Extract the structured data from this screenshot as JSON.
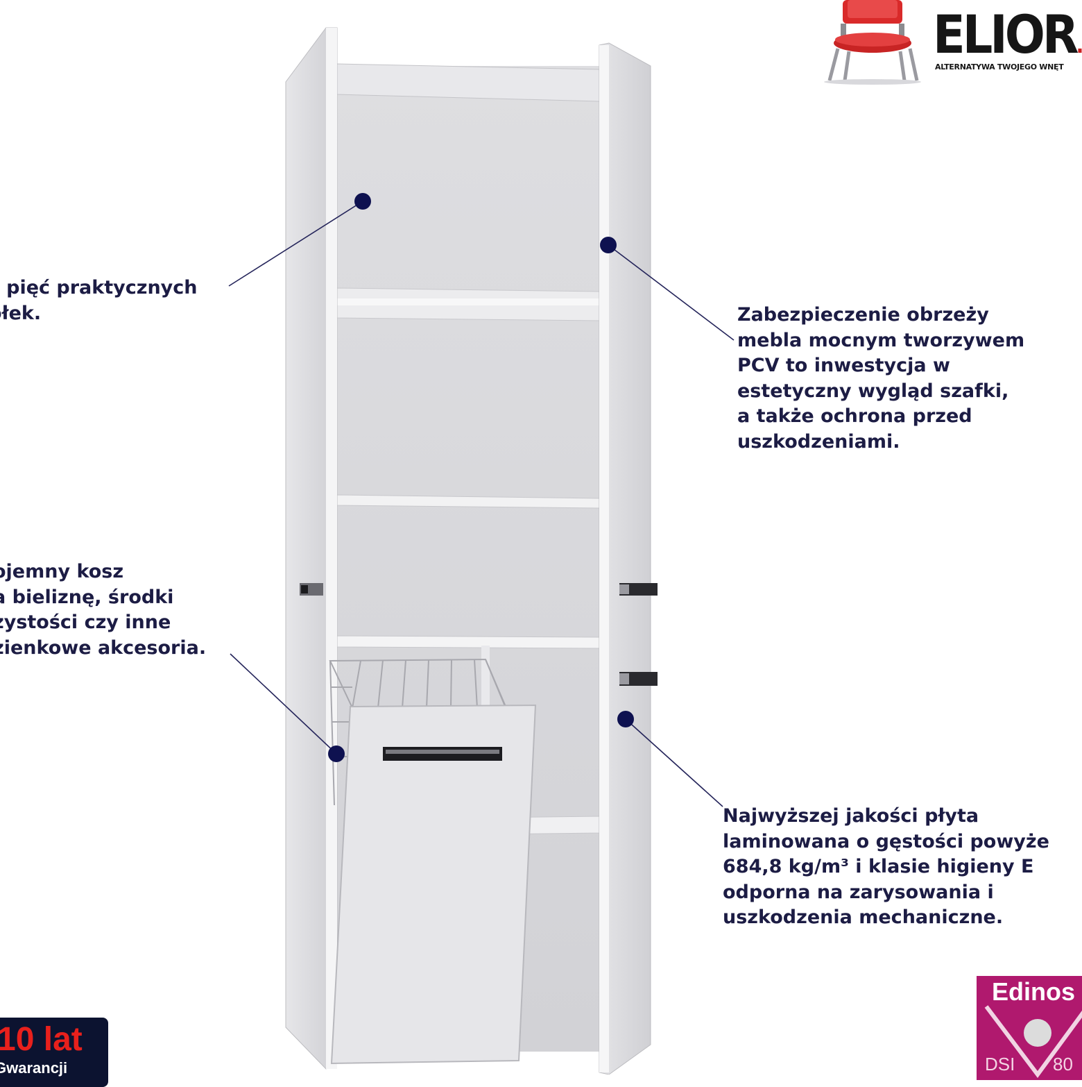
{
  "callouts": {
    "shelves": "ż pięć praktycznych\nółek.",
    "basket": "ojemny kosz\na bieliznę, środki\nzystości czy inne\nzienkowe akcesoria.",
    "edges": "Zabezpieczenie obrzeży\nmebla mocnym tworzywem\nPCV to inwestycja w\nestetyczny wygląd szafki,\na także ochrona przed\nuszkodzeniami.",
    "board": "Najwyższej jakości płyta\nlaminowana o gęstości powyże\n684,8 kg/m³ i klasie higieny E\nodporna na zarysowania i\nuszkodzenia mechaniczne."
  },
  "logo": {
    "name": "ELIOR",
    "tld": ".p",
    "tagline": "ALTERNATYWA TWOJEGO WNĘT"
  },
  "badges": {
    "warranty_number": "10 lat",
    "warranty_word": "Gwarancji",
    "edinos_title": "Edinos",
    "edinos_code_left": "DSI",
    "edinos_code_right": "80"
  },
  "colors": {
    "marker": "#0e1150",
    "callout_text": "#1c1c44",
    "logo_chair": "#d92a2a",
    "warranty_bg": "#0c1330",
    "warranty_accent": "#e8201c",
    "edinos_bg": "#b0196e"
  }
}
